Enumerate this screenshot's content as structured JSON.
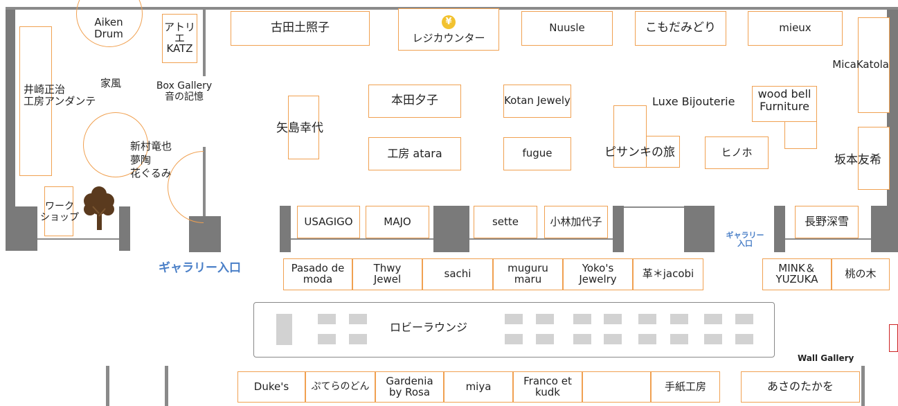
{
  "map": {
    "booths": {
      "furuta": "古田土照子",
      "register": "レジカウンター",
      "nuusle": "Nuusle",
      "komodami": "こもだみどり",
      "mieux": "mieux",
      "micakatola": "MicaKatola",
      "atelier_katz": "アトリエ\nKATZ",
      "aiken": "Aiken\nDrum",
      "honda": "本田夕子",
      "kotan": "Kotan Jewely",
      "luxe": "Luxe Bijouterie",
      "woodbell": "wood bell\nFurniture",
      "yajima": "矢島幸代",
      "atara": "工房 atara",
      "fugue": "fugue",
      "pisanki": "ピサンキの旅",
      "hinoho": "ヒノホ",
      "sakamoto": "坂本友希",
      "usagigo": "USAGIGO",
      "majo": "MAJO",
      "sette": "sette",
      "kobayashi": "小林加代子",
      "nagano": "長野深雪",
      "pasado": "Pasado de\nmoda",
      "thwy": "Thwy\nJewel",
      "sachi": "sachi",
      "muguru": "muguru\nmaru",
      "yokos": "Yoko's\nJewelry",
      "kawa": "革＊jacobi",
      "mink": "MINK＆\nYUZUKA",
      "momo": "桃の木",
      "dukes": "Duke's",
      "putera": "ぷてらのどん",
      "gardenia": "Gardenia\nby Rosa",
      "miya": "miya",
      "franco": "Franco et\nkudk",
      "blank": "",
      "tegami": "手紙工房",
      "asano": "あさのたかを"
    },
    "labels": {
      "izaki": "井崎正治\n工房アンダンテ",
      "kafu": "家風",
      "box_gallery": "Box Gallery\n音の記憶",
      "niimura": "新村竜也\n夢陶\n花ぐるみ",
      "workshop": "ワーク\nショップ",
      "gallery_entrance": "ギャラリー入口",
      "gallery_entrance_small": "ギャラリー\n入口",
      "lobby": "ロビーラウンジ",
      "wall_gallery": "Wall Gallery",
      "yen": "¥"
    },
    "colors": {
      "booth_border": "#f0a050",
      "wall": "#7a7a7a",
      "entrance_text": "#4a7fc7",
      "register_icon": "#f2c230",
      "tree": "#5a3a1e",
      "edge_red": "#cc2222"
    }
  }
}
